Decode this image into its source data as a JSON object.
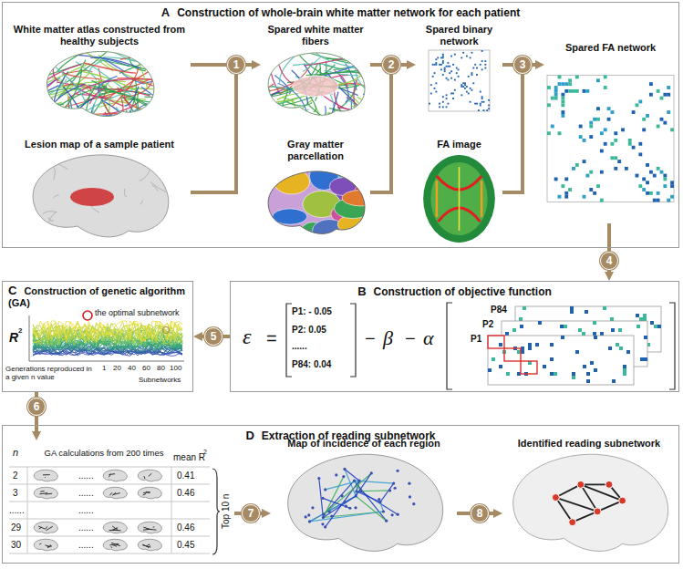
{
  "diagram": {
    "nodes": [
      {
        "text": [
          "A",
          "Construction of whole-brain white matter network for each patient"
        ]
      },
      {
        "text": [
          "White matter atlas constructed from healthy subjects"
        ],
        "in": 0
      },
      {
        "text": [
          "Lesion map of a sample patient"
        ],
        "in": 0
      },
      {
        "text": [
          "1"
        ],
        "in": 0
      },
      {
        "text": [
          "Spared white matter fibers"
        ],
        "in": 0
      },
      {
        "text": [
          "Gray matter parcellation"
        ],
        "in": 0
      },
      {
        "text": [
          "2"
        ],
        "in": 0
      },
      {
        "text": [
          "Spared binary network"
        ],
        "in": 0
      },
      {
        "text": [
          "FA image"
        ],
        "in": 0
      },
      {
        "text": [
          "3"
        ],
        "in": 0
      },
      {
        "text": [
          "Spared FA network"
        ],
        "in": 0
      },
      {
        "text": [
          "4"
        ]
      },
      {
        "text": [
          "C",
          "Construction of genetic algorithm (GA)"
        ]
      },
      {
        "text": [
          "5"
        ]
      },
      {
        "text": [
          "B",
          "Construction of objective function"
        ]
      },
      {
        "text": [
          "D",
          "Extraction of reading subnetwork"
        ]
      },
      {
        "text": [
          "6"
        ]
      },
      {
        "text": [
          "GA calculations from 200 times"
        ],
        "in": 15
      },
      {
        "text": [
          "7"
        ],
        "in": 15
      },
      {
        "text": [
          "Map of incidence of each region"
        ],
        "in": 15
      },
      {
        "text": [
          "8"
        ],
        "in": 15
      },
      {
        "text": [
          "Identified reading subnetwork"
        ],
        "in": 15
      }
    ],
    "edges": [
      {
        "from": 1,
        "to": 3,
        "arrow": "none"
      },
      {
        "from": 2,
        "to": 3,
        "arrow": "none"
      },
      {
        "from": 3,
        "to": 4,
        "arrow": "to"
      },
      {
        "from": 4,
        "to": 6,
        "arrow": "none"
      },
      {
        "from": 5,
        "to": 6,
        "arrow": "none"
      },
      {
        "from": 6,
        "to": 7,
        "arrow": "to"
      },
      {
        "from": 7,
        "to": 9,
        "arrow": "none"
      },
      {
        "from": 8,
        "to": 9,
        "arrow": "none"
      },
      {
        "from": 9,
        "to": 10,
        "arrow": "to"
      },
      {
        "from": 10,
        "to": 11,
        "arrow": "none"
      },
      {
        "from": 11,
        "to": 14,
        "arrow": "to"
      },
      {
        "from": 14,
        "to": 13,
        "arrow": "none"
      },
      {
        "from": 13,
        "to": 12,
        "arrow": "to"
      },
      {
        "from": 12,
        "to": 16,
        "arrow": "none"
      },
      {
        "from": 16,
        "to": 17,
        "arrow": "to"
      },
      {
        "from": 17,
        "to": 18,
        "arrow": "none"
      },
      {
        "from": 18,
        "to": 19,
        "arrow": "to"
      },
      {
        "from": 19,
        "to": 20,
        "arrow": "none"
      },
      {
        "from": 20,
        "to": 21,
        "arrow": "to"
      }
    ],
    "labels": [
      "ε",
      "=",
      "P1: - 0.05",
      "P2: 0.05",
      "......",
      "P84: 0.04",
      "−",
      "β",
      "−",
      "α",
      "P84",
      "P2",
      "P1",
      "the optimal subnetwork",
      "R",
      "2",
      "Generations reproduced in a given n value",
      "Subnetworks",
      "1",
      "20",
      "40",
      "60",
      "80",
      "100",
      "n",
      "mean R",
      "2",
      "2",
      "......",
      "0.41",
      "3",
      "......",
      "0.46",
      "......",
      "......",
      "29",
      "......",
      "0.46",
      "30",
      "......",
      "0.45",
      "Top 10 n"
    ]
  }
}
